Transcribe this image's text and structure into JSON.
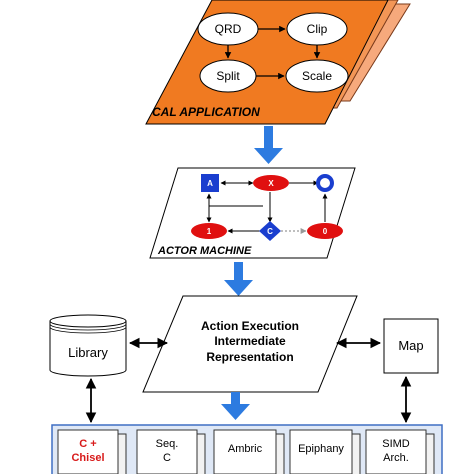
{
  "cal_application": {
    "label": "CAL APPLICATION",
    "nodes": [
      "QRD",
      "Clip",
      "Split",
      "Scale"
    ],
    "colors": {
      "fill": "#f07a21",
      "edge": "#e0571a"
    }
  },
  "actor_machine": {
    "label": "ACTOR MACHINE",
    "nodes": {
      "a": "A",
      "x": "X",
      "one": "1",
      "c": "C",
      "zero": "0"
    },
    "colors": {
      "red": "#e01010",
      "blue": "#1a3ecf"
    }
  },
  "air": {
    "line1": "Action Execution",
    "line2": "Intermediate",
    "line3": "Representation"
  },
  "library": {
    "label": "Library"
  },
  "map": {
    "label": "Map"
  },
  "backends": {
    "chisel": {
      "line1": "C +",
      "line2": "Chisel",
      "color": "#d81a1a"
    },
    "seqc": {
      "line1": "Seq.",
      "line2": "C"
    },
    "ambric": {
      "line1": "Ambric"
    },
    "epiphany": {
      "line1": "Epiphany"
    },
    "simd": {
      "line1": "SIMD",
      "line2": "Arch."
    }
  },
  "colors": {
    "arrow": "#2d7be0",
    "backend_bg": "#dfe8f6",
    "backend_border": "#3f6fc4"
  }
}
